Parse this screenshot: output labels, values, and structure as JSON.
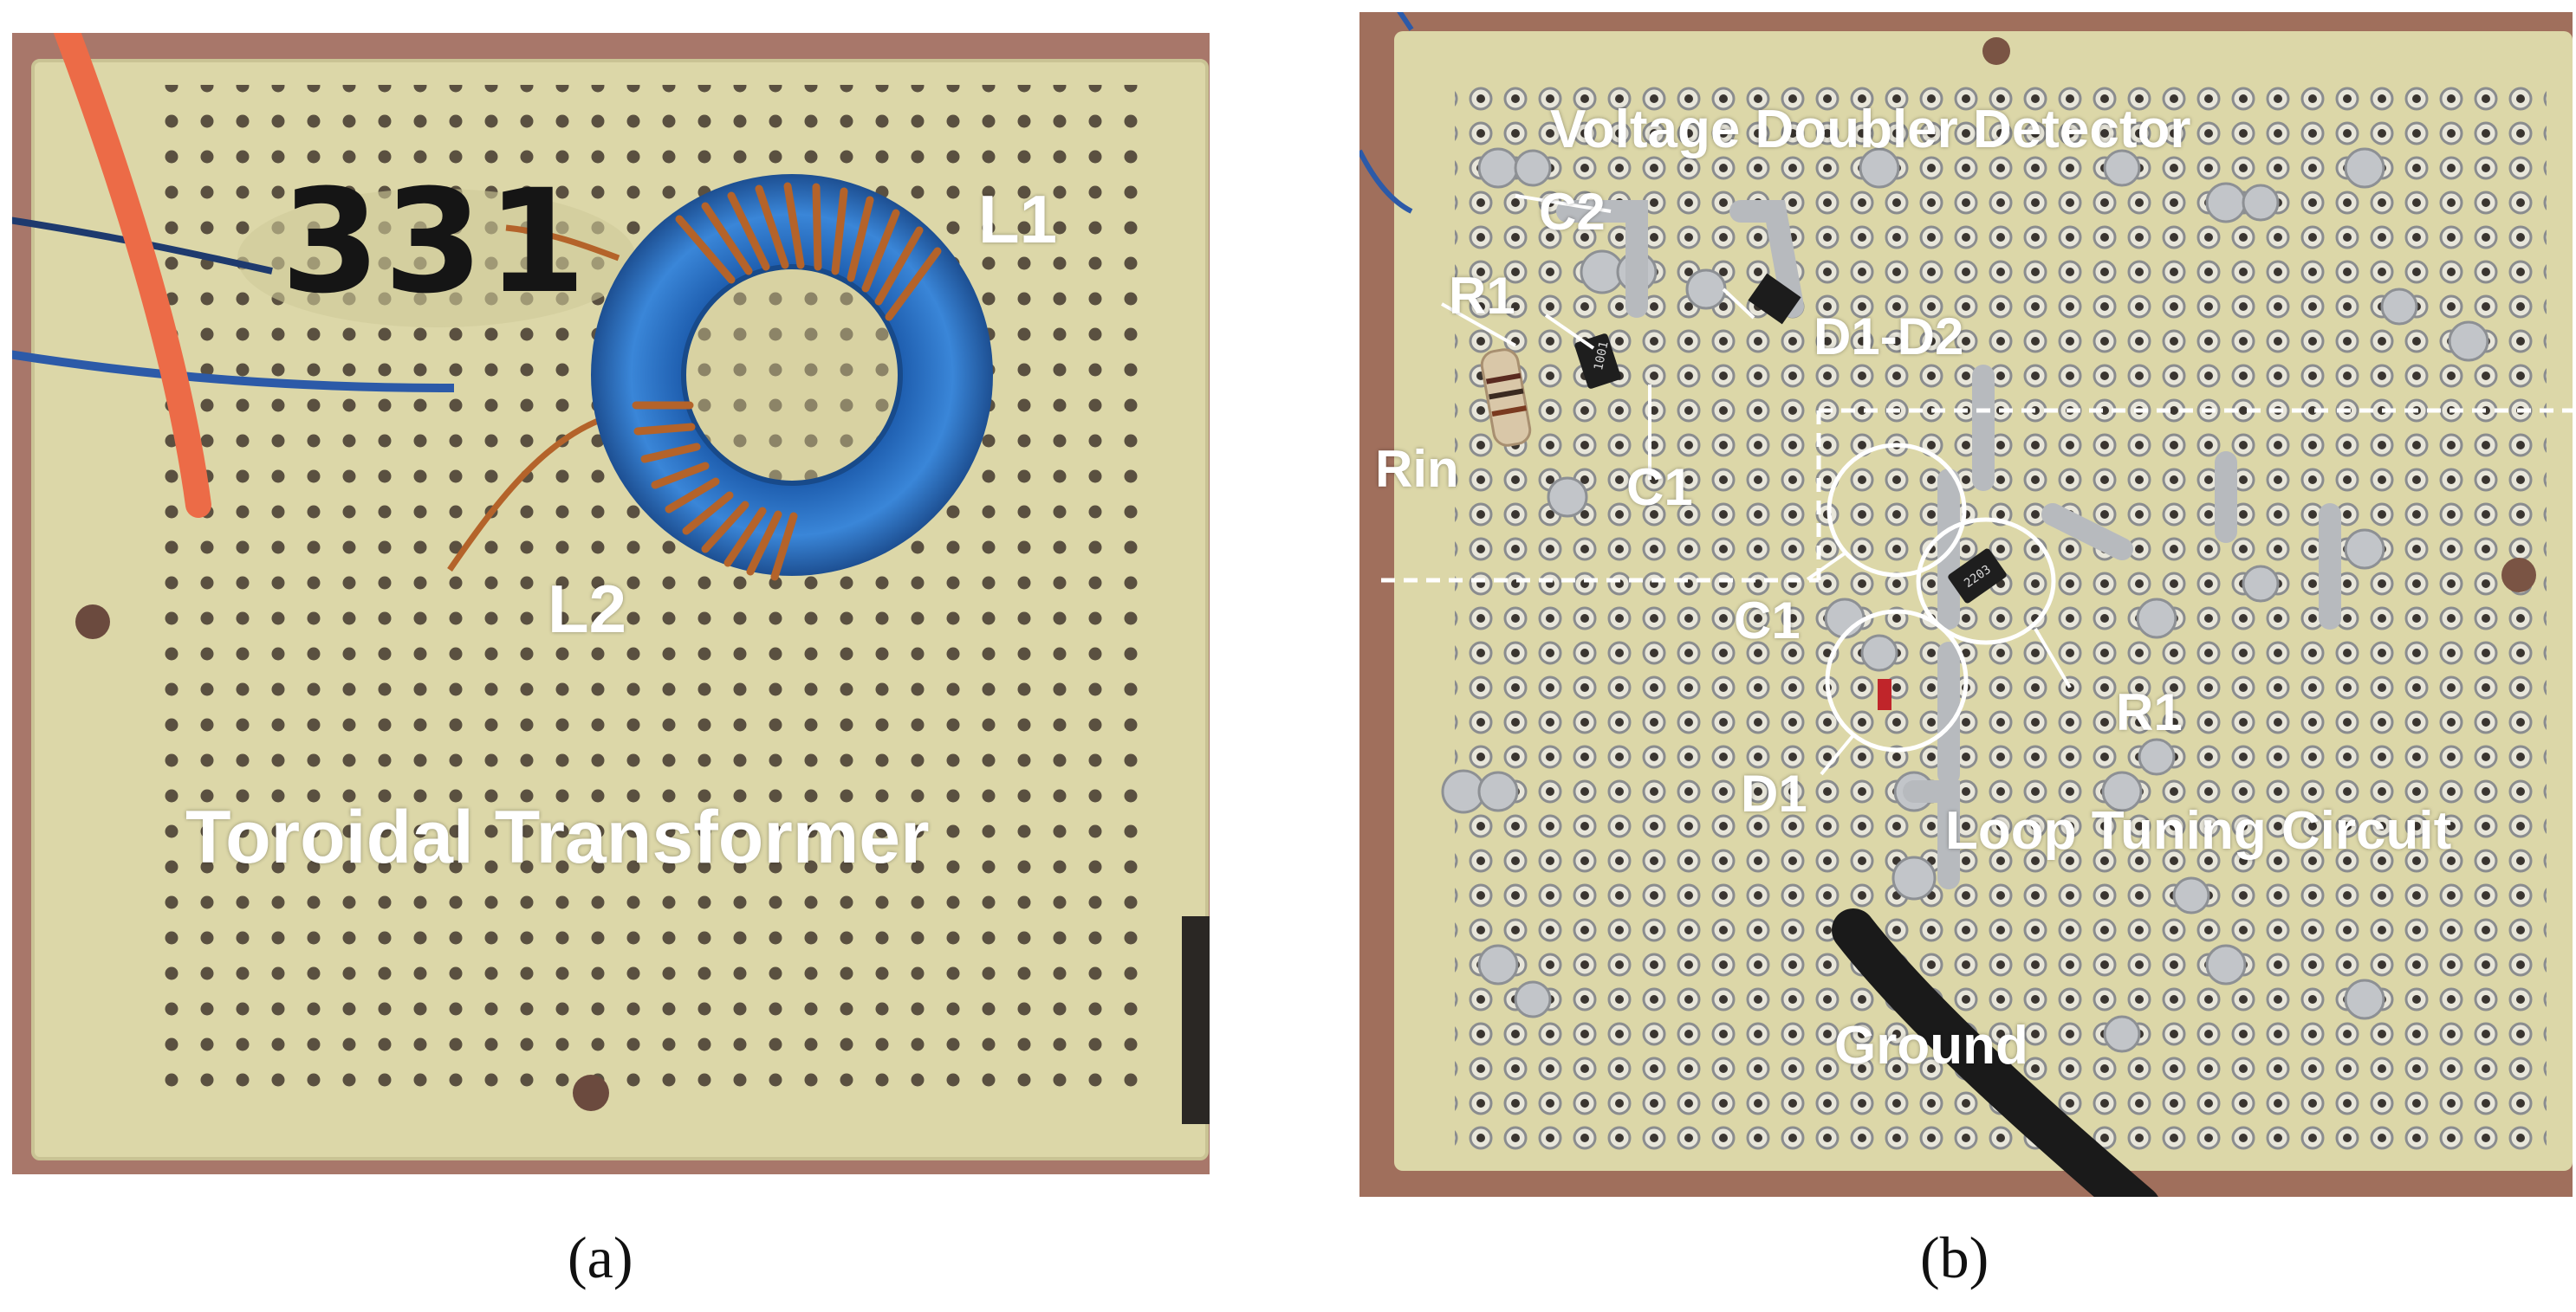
{
  "panel_a": {
    "caption": "(a)",
    "labels": {
      "l1": "L1",
      "l2": "L2",
      "marker": "331",
      "title": "Toroidal Transformer"
    }
  },
  "panel_b": {
    "caption": "(b)",
    "labels": {
      "title": "Voltage Doubler Detector",
      "c2": "C2",
      "r1_top": "R1",
      "d1d2": "D1-D2",
      "rin": "Rin",
      "c1_top": "C1",
      "c1_loop": "C1",
      "r1_loop": "R1",
      "d1": "D1",
      "loop": "Loop Tuning Circuit",
      "ground": "Ground",
      "smd_r1_code": "1001",
      "smd_r_loop_code": "2203"
    }
  },
  "colors": {
    "board": "#dcd7a8",
    "hole": "#5a5040",
    "solder": "#b9bcc0",
    "toroid": "#2f74c8",
    "copper": "#b4632a",
    "wire_orange": "#ec6b47",
    "wire_blue": "#2c5aa8"
  }
}
